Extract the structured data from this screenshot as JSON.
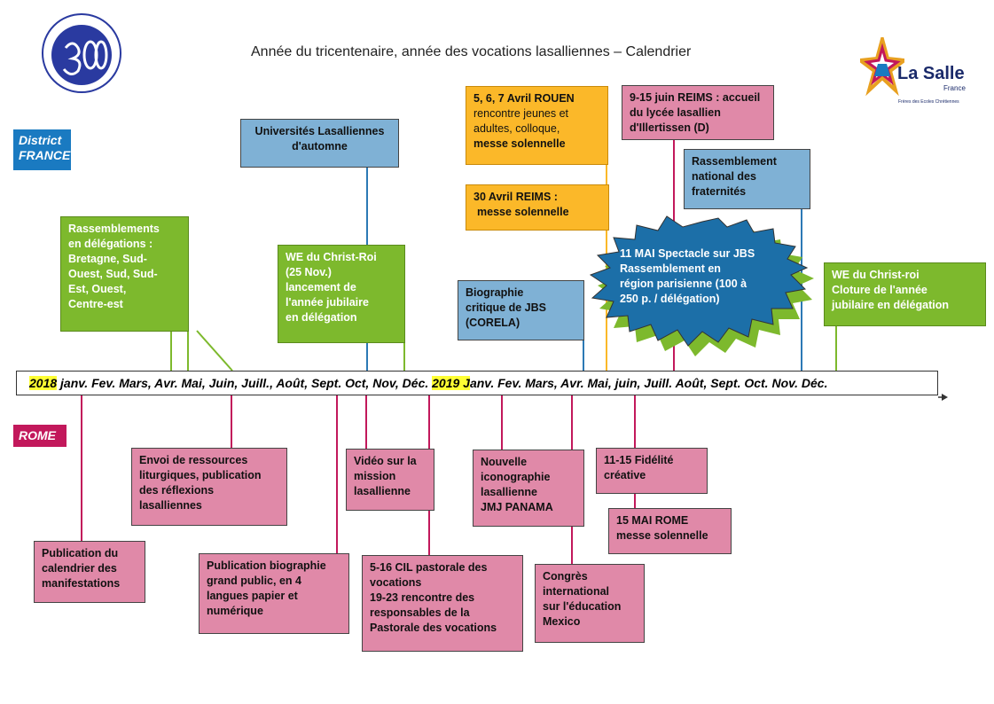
{
  "title": "Année du tricentenaire, année des vocations lasalliennes – Calendrier",
  "logo_right": {
    "name": "La Salle",
    "sub": "France",
    "tagline": "Frères des Ecoles Chrétiennes"
  },
  "tags": {
    "district": [
      "District",
      "FRANCE"
    ],
    "rome": "ROME"
  },
  "colors": {
    "green": "#7db92d",
    "blue": "#7fb1d5",
    "pink": "#e089a8",
    "orange": "#fbb829",
    "starburst": "#1c6fa8",
    "district_tag": "#1a7ac1",
    "rome_tag": "#c2185b"
  },
  "timeline": {
    "year1": "2018",
    "months1": " janv. Fev. Mars, Avr. Mai, Juin, Juill., Août, Sept. Oct, Nov, Déc. ",
    "year2": "2019 J",
    "months2": "anv. Fev. Mars, Avr. Mai, juin, Juill. Août, Sept. Oct. Nov. Déc."
  },
  "france_events": {
    "universites": [
      "Universités Lasalliennes",
      "d'automne"
    ],
    "rassemblements": [
      "Rassemblements",
      "en délégations :",
      "Bretagne, Sud-",
      "Ouest, Sud, Sud-",
      "Est, Ouest,",
      "Centre-est"
    ],
    "christ_roi": [
      "WE du Christ-Roi",
      "(25 Nov.)",
      "lancement de",
      "l'année jubilaire",
      "en délégation"
    ],
    "rouen_bold": "5, 6, 7 Avril ROUEN",
    "rouen_lines": [
      "rencontre jeunes et",
      "adultes, colloque,"
    ],
    "rouen_last": "messe solennelle",
    "reims_avril": [
      "30 Avril REIMS :",
      "messe solennelle"
    ],
    "biographie": [
      "Biographie",
      "critique de JBS",
      "(CORELA)"
    ],
    "reims_juin": [
      "9-15 juin REIMS : accueil",
      "du lycée lasallien",
      "d'Illertissen (D)"
    ],
    "fraternites": [
      "Rassemblement",
      "national des",
      "fraternités"
    ],
    "spectacle": [
      "11 MAI Spectacle sur JBS",
      "Rassemblement en",
      "région parisienne (100 à",
      "250 p. / délégation)"
    ],
    "cloture": [
      "WE du Christ-roi",
      "Cloture de l'année",
      "jubilaire en délégation"
    ]
  },
  "rome_events": {
    "envoi": [
      "Envoi de ressources",
      "liturgiques, publication",
      "des réflexions",
      "lasalliennes"
    ],
    "video": [
      "Vidéo sur la",
      "mission",
      "lasallienne"
    ],
    "iconographie": [
      "Nouvelle",
      "iconographie",
      "lasallienne",
      "JMJ PANAMA"
    ],
    "fidelite": [
      "11-15 Fidélité",
      "créative"
    ],
    "rome_mai": [
      "15 MAI ROME",
      "messe solennelle"
    ],
    "calendrier": [
      "Publication du",
      "calendrier des",
      "manifestations"
    ],
    "bio_grand_public": [
      "Publication biographie",
      "grand public, en 4",
      "langues papier et",
      "numérique"
    ],
    "cil": [
      "5-16 CIL pastorale des",
      "vocations",
      "19-23 rencontre des",
      "responsables de la",
      "Pastorale des vocations"
    ],
    "congres": [
      "Congrès",
      "international",
      "sur l'éducation",
      "Mexico"
    ]
  }
}
